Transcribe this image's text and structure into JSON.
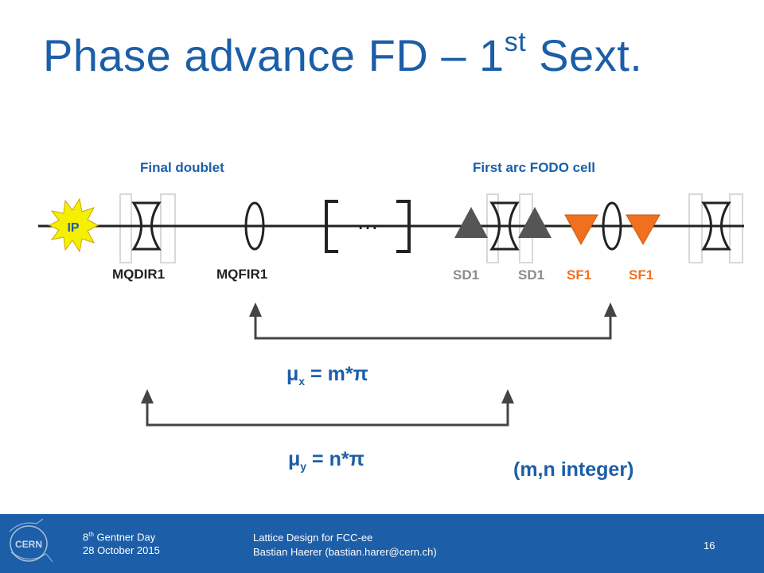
{
  "title": {
    "main": "Phase advance FD – 1",
    "sup": "st",
    "rest": " Sext."
  },
  "sections": {
    "final_doublet": "Final doublet",
    "first_arc": "First arc FODO cell"
  },
  "ip_label": "IP",
  "ellipsis": "…",
  "magnets": {
    "mqdir1": "MQDIR1",
    "mqfir1": "MQFIR1"
  },
  "sextupoles": [
    {
      "label": "SD1",
      "color": "#8c8c8c"
    },
    {
      "label": "SD1",
      "color": "#8c8c8c"
    },
    {
      "label": "SF1",
      "color": "#f07020"
    },
    {
      "label": "SF1",
      "color": "#f07020"
    }
  ],
  "equations": {
    "mu_x": {
      "mu": "μ",
      "sub": "x",
      "rest": " = m*π"
    },
    "mu_y": {
      "mu": "μ",
      "sub": "y",
      "rest": " = n*π"
    }
  },
  "note": "(m,n integer)",
  "colors": {
    "title": "#1c5ea8",
    "footer_bg": "#1c5ea8",
    "sd": "#555555",
    "sf": "#f07020",
    "ip": "#f5f000",
    "arrow": "#444444"
  },
  "footer": {
    "event_num": "8",
    "event_sup": "th",
    "event_rest": " Gentner Day",
    "date": "28 October 2015",
    "talk_title": "Lattice Design for FCC-ee",
    "author": "Bastian Haerer (bastian.harer@cern.ch)",
    "page_number": "16",
    "logo_text": "CERN"
  }
}
